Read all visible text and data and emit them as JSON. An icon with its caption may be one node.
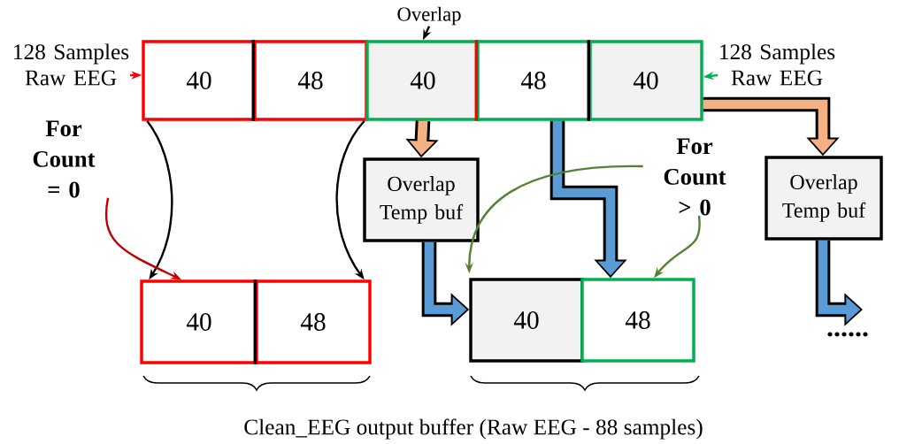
{
  "diagram": {
    "caption": "Clean_EEG output buffer (Raw EEG - 88 samples)",
    "nodes": [
      {
        "text": [
          "128 Samples Raw EEG"
        ]
      },
      {
        "text": [
          "Overlap"
        ]
      },
      {
        "text": [
          "128 Samples Raw EEG"
        ]
      },
      {
        "text": [
          "For Count = 0"
        ]
      },
      {
        "text": [
          "For Count > 0"
        ]
      },
      {
        "text": [
          "40"
        ]
      },
      {
        "text": [
          "48"
        ]
      },
      {
        "text": [
          "40"
        ]
      },
      {
        "text": [
          "48"
        ]
      },
      {
        "text": [
          "40"
        ]
      },
      {
        "text": [
          "Overlap Temp buf"
        ]
      },
      {
        "text": [
          "Overlap Temp buf"
        ]
      },
      {
        "text": [
          "40"
        ]
      },
      {
        "text": [
          "48"
        ]
      },
      {
        "text": [
          "40"
        ]
      },
      {
        "text": [
          "48"
        ]
      }
    ],
    "edges": [
      {
        "from": 0,
        "to": 5,
        "arrow": "to",
        "color": "#ff0000"
      },
      {
        "from": 1,
        "to": 7,
        "arrow": "to"
      },
      {
        "from": 2,
        "to": 9,
        "arrow": "to",
        "color": "#00b050"
      },
      {
        "from": 5,
        "to": 12,
        "arrow": "to"
      },
      {
        "from": 6,
        "to": 13,
        "arrow": "to"
      },
      {
        "from": 3,
        "to": 12,
        "arrow": "to",
        "color": "#c00000"
      },
      {
        "from": 7,
        "to": 10,
        "arrow": "to",
        "style": "thick",
        "color": "#f4b183"
      },
      {
        "from": 9,
        "to": 11,
        "arrow": "to",
        "style": "thick",
        "color": "#f4b183"
      },
      {
        "from": 10,
        "to": 14,
        "arrow": "to",
        "style": "thick",
        "color": "#5b9bd5"
      },
      {
        "from": 8,
        "to": 15,
        "arrow": "to",
        "style": "thick",
        "color": "#5b9bd5"
      },
      {
        "from": 4,
        "to": 14,
        "arrow": "to",
        "color": "#548235"
      },
      {
        "from": 4,
        "to": 15,
        "arrow": "to",
        "color": "#548235"
      },
      {
        "from": 11,
        "to": null,
        "arrow": "to",
        "style": "thick",
        "color": "#5b9bd5"
      }
    ],
    "labels": [
      "......"
    ]
  }
}
